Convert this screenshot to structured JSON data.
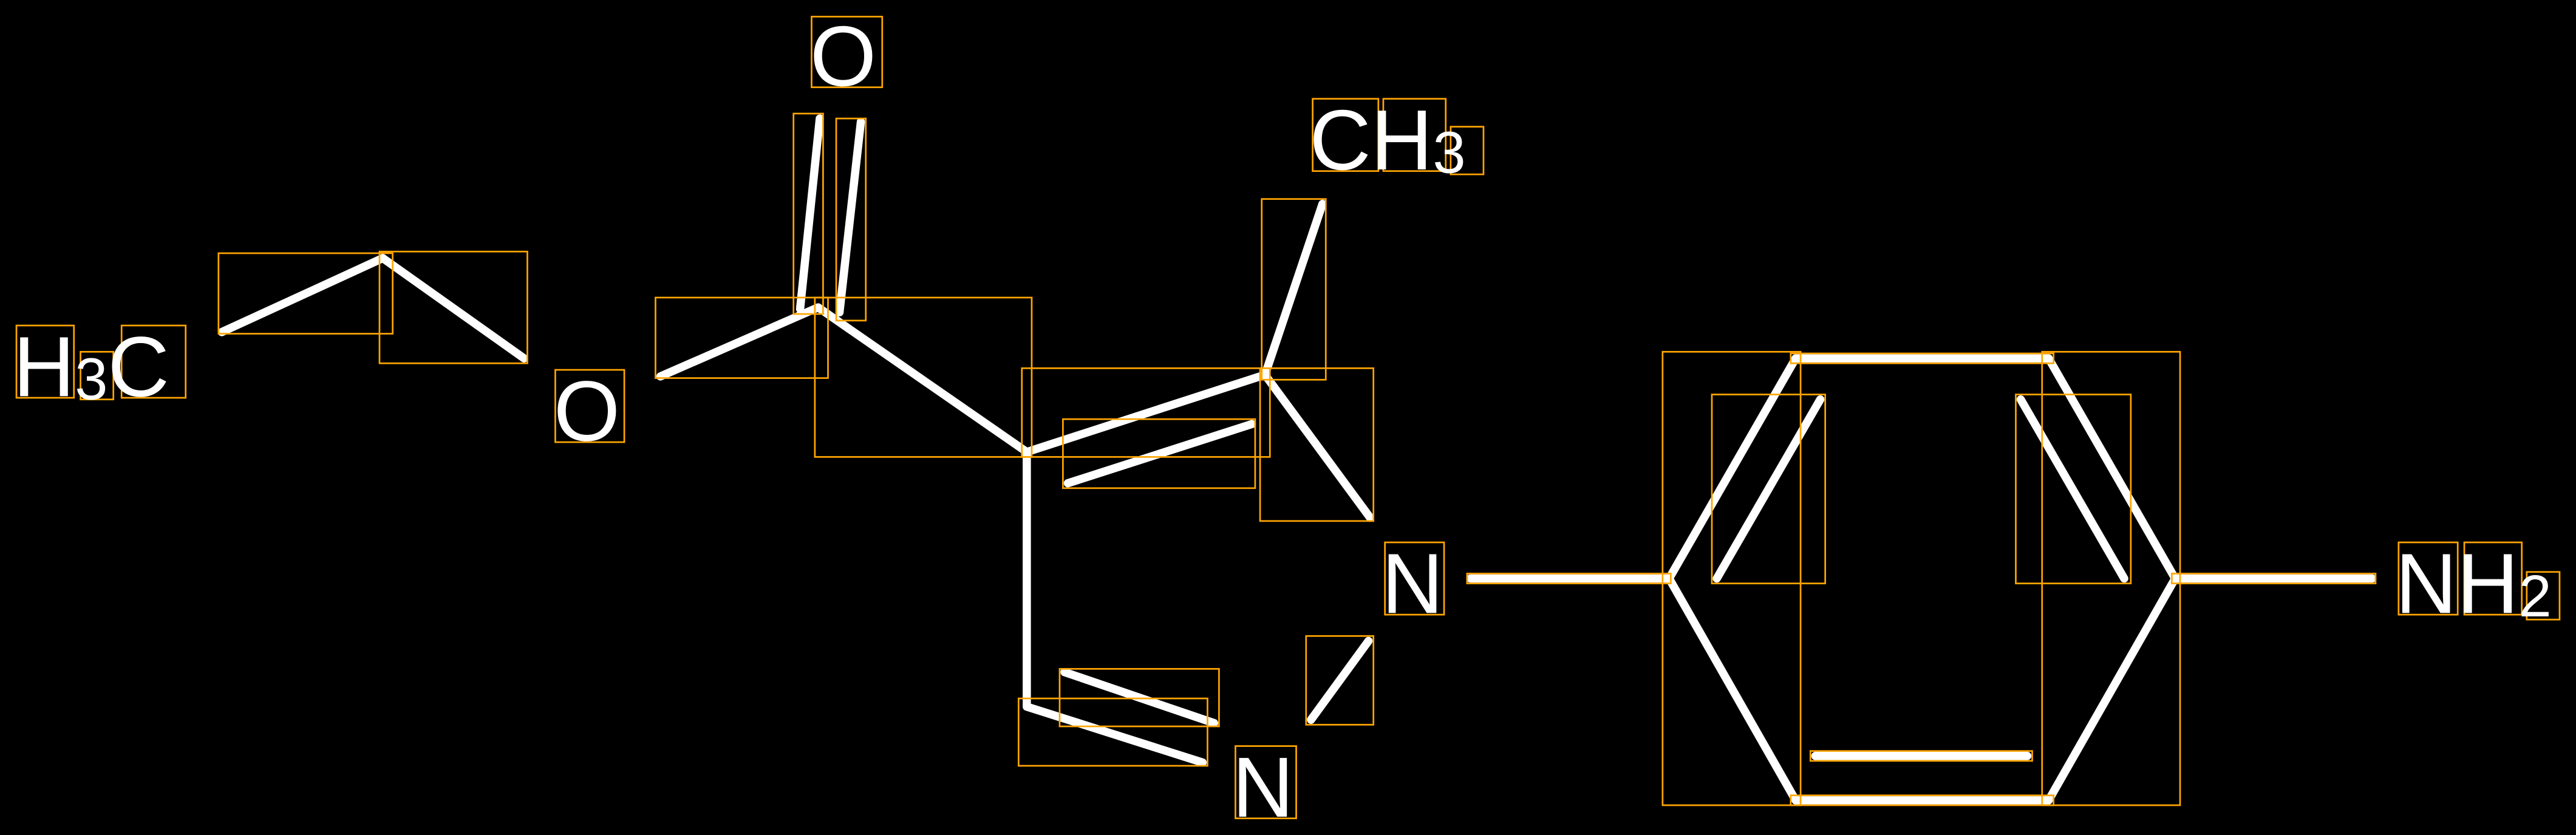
{
  "molecule": {
    "atoms": {
      "carbonyl_o": "O",
      "methyl_top": {
        "main": "CH",
        "sub": "3"
      },
      "methyl_left": {
        "pre": "H",
        "sub": "3",
        "main": "C"
      },
      "ester_o": "O",
      "ring_n": "N",
      "imine_n": "N",
      "amine": {
        "main": "NH",
        "sub": "2"
      }
    },
    "colors": {
      "bond": "#ffffff",
      "box": "#FFA500",
      "background": "#000000"
    }
  }
}
